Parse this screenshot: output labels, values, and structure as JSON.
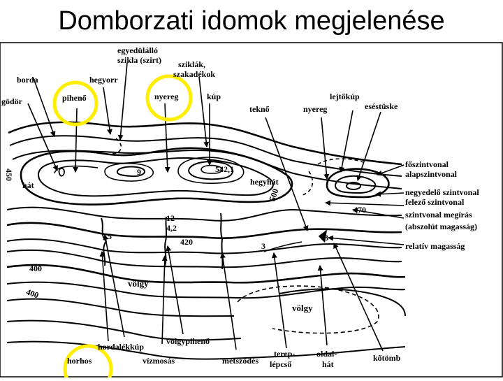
{
  "title": "Domborzati idomok megjelenése",
  "colors": {
    "highlight": "#ffee00",
    "ink": "#000000"
  },
  "labels": {
    "egyedulallo_1": "egyedülálló",
    "egyedulallo_2": "szikla (szirt)",
    "sziklak_1": "sziklák,",
    "sziklak_2": "szakadékok",
    "borda": "borda",
    "hegyorr": "hegyorr",
    "godor": "gödör",
    "piheno": "pihenő",
    "nyereg_left": "nyereg",
    "kup": "kúp",
    "tekno": "teknő",
    "nyereg_right": "nyereg",
    "lejtokup": "lejtőkúp",
    "esestuske": "eséstüske",
    "hat": "hát",
    "hegyhat": "hegyhát",
    "foszintvonal": "főszintvonal",
    "alapszintvonal": "alapszintvonal",
    "negyedelo": "negyedelő szintvonal",
    "felezo": "felező szintvonal",
    "megiras": "szintvonal megírás",
    "abszolut": "(abszolút magasság)",
    "relativ": "relatív magasság",
    "volgy_1": "völgy",
    "volgy_2": "völgy",
    "hordalekkup": "hordalékkúp",
    "volgypiheno": "völgypihenő",
    "horhos": "horhos",
    "vizmosas": "vízmosás",
    "metszodes": "metsződés",
    "terep_1": "terep-",
    "terep_2": "lépcső",
    "oldal_1": "oldal-",
    "oldal_2": "hát",
    "kotomb": "kőtömb"
  },
  "numbers": {
    "n450": "450",
    "n9": "9",
    "n5421": "542,1",
    "n500": "500",
    "n470": "470",
    "n12": "12",
    "n42": "4,2",
    "n420": "420",
    "n5": "5",
    "n3a": "3",
    "n3b": "3",
    "n400a": "400",
    "n400b": "400"
  }
}
